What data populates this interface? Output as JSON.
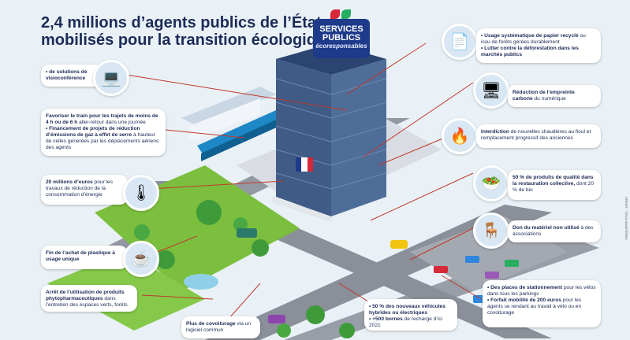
{
  "title": {
    "line1": "2,4 millions d’agents publics de l’État",
    "line2": "mobilisés pour la transition écologique"
  },
  "badge": {
    "line1": "SERVICES",
    "line2": "PUBLICS",
    "line3": "écoresponsables"
  },
  "left_cards": [
    {
      "parts": [
        {
          "b": "• de solutions de visioconférence",
          "t": ""
        }
      ]
    },
    {
      "parts": [
        {
          "b": "Favoriser le train pour les trajets de moins de 4 h ou de 6 h",
          "t": " aller-retour dans une journée"
        },
        {
          "b": "• Financement de projets de réduction d’émissions de gaz à effet de serre",
          "t": " à hauteur de celles générées par les déplacements aériens des agents"
        }
      ]
    },
    {
      "parts": [
        {
          "b": "20 millions d’euros",
          "t": " pour les travaux de réduction de la consommation d’énergie"
        }
      ]
    },
    {
      "parts": [
        {
          "b": "Fin de l’achat de plastique à usage unique",
          "t": ""
        }
      ]
    },
    {
      "parts": [
        {
          "b": "Arrêt de l’utilisation de produits phytopharmaceutiques",
          "t": " dans l’entretien des espaces verts, forêts"
        }
      ]
    }
  ],
  "right_cards": [
    {
      "parts": [
        {
          "b": "• Usage systématique de papier recyclé",
          "t": " ou issu de forêts gérées durablement"
        },
        {
          "b": "• Lutter contre la déforestation dans les marchés publics",
          "t": ""
        }
      ]
    },
    {
      "parts": [
        {
          "b": "Réduction de l’empreinte carbone",
          "t": " du numérique"
        }
      ]
    },
    {
      "parts": [
        {
          "b": "Interdiction",
          "t": " de nouvelles chaudières au fioul et remplacement progressif des anciennes"
        }
      ]
    },
    {
      "parts": [
        {
          "b": "50 % de produits de qualité dans la restauration collective,",
          "t": " dont 20 % de bio"
        }
      ]
    },
    {
      "parts": [
        {
          "b": "Don du matériel non utilisé",
          "t": " à des associations"
        }
      ]
    },
    {
      "parts": [
        {
          "b": "• Des places de stationnement",
          "t": " pour les vélos dans tous les parkings"
        },
        {
          "b": "• Forfait mobilité de 200 euros",
          "t": " pour les agents se rendant au travail à vélo ou en covoiturage"
        }
      ]
    }
  ],
  "bottom_cards": [
    {
      "parts": [
        {
          "b": "Plus de covoiturage",
          "t": " via un logiciel commun"
        }
      ]
    },
    {
      "parts": [
        {
          "b": "• 50 % des nouveaux véhicules hybrides ou électriques",
          "t": ""
        },
        {
          "b": "• +500 bornes",
          "t": " de recharge d’ici 2021"
        }
      ]
    }
  ],
  "colors": {
    "navy": "#1d2b57",
    "badge_blue": "#1e3a8a",
    "building": "#3f5b86",
    "grass": "#7cbf3f",
    "road": "#8a8f99",
    "connector": "#c0392b"
  },
  "icons": [
    "laptop-video-icon",
    "train-icon",
    "radiator-icon",
    "cup-icon",
    "watering-can-icon",
    "paper-stack-icon",
    "office-desk-icon",
    "boiler-icon",
    "food-icon",
    "chairs-icon",
    "bike-icon",
    "car-icon",
    "ev-car-icon"
  ],
  "credit": "CRÉDIT : TOUS MINISTÈRES"
}
